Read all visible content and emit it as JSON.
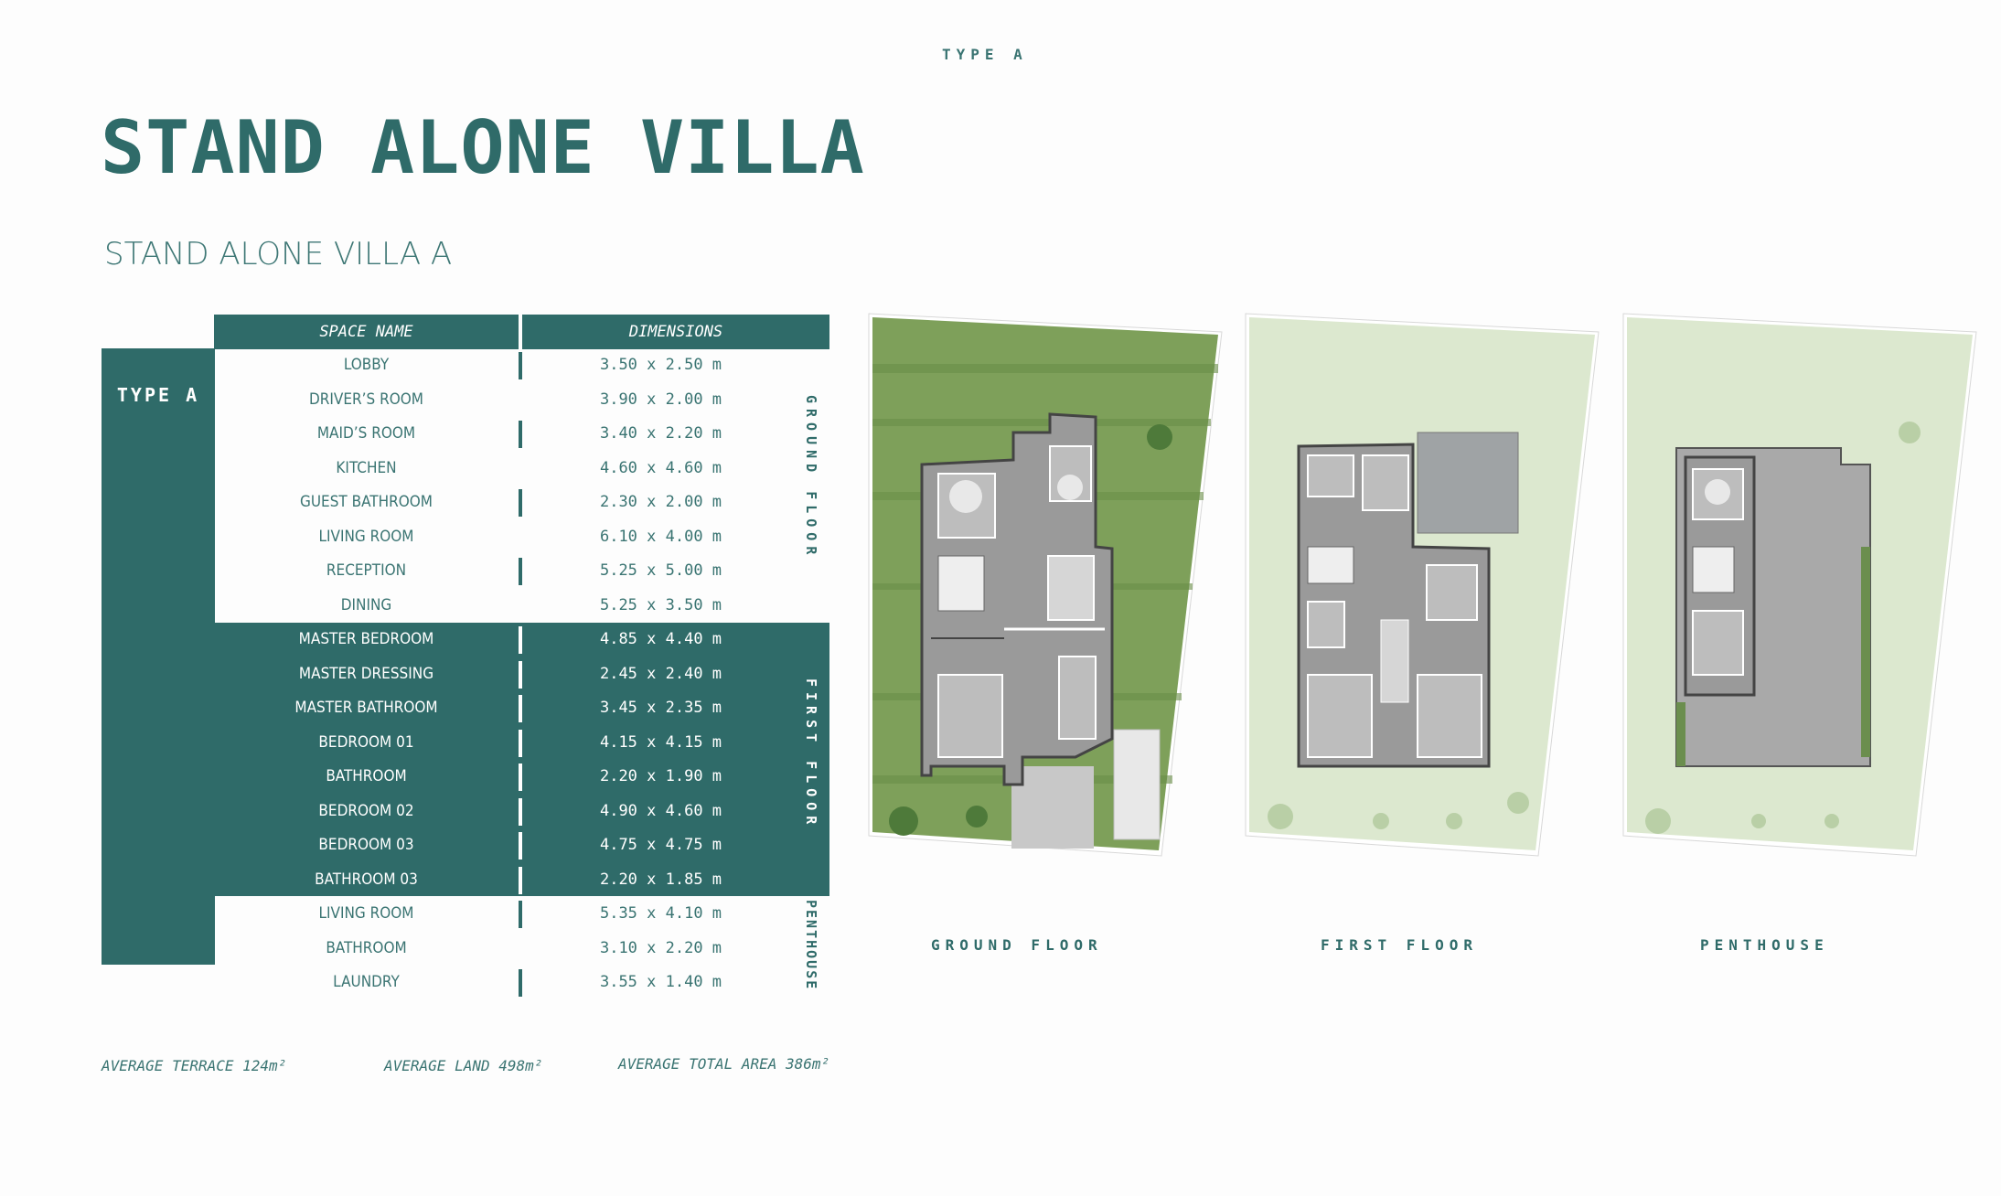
{
  "header": {
    "top_label": "TYPE A",
    "title": "STAND ALONE VILLA",
    "subtitle": "STAND ALONE VILLA A"
  },
  "table": {
    "col_space": "SPACE NAME",
    "col_dim": "DIMENSIONS",
    "type_label": "TYPE A",
    "sections": {
      "ground": "GROUND FLOOR",
      "first": "FIRST FLOOR",
      "penthouse": "PENTHOUSE"
    },
    "rows": [
      {
        "name": "LOBBY",
        "dim": "3.50 x 2.50 m"
      },
      {
        "name": "DRIVER’S ROOM",
        "dim": "3.90 x 2.00 m"
      },
      {
        "name": "MAID’S ROOM",
        "dim": "3.40 x 2.20 m"
      },
      {
        "name": "KITCHEN",
        "dim": "4.60 x 4.60 m"
      },
      {
        "name": "GUEST BATHROOM",
        "dim": "2.30 x 2.00 m"
      },
      {
        "name": "LIVING ROOM",
        "dim": "6.10 x 4.00 m"
      },
      {
        "name": "RECEPTION",
        "dim": "5.25 x 5.00 m"
      },
      {
        "name": "DINING",
        "dim": "5.25 x 3.50 m"
      },
      {
        "name": "MASTER BEDROOM",
        "dim": "4.85 x 4.40 m"
      },
      {
        "name": "MASTER DRESSING",
        "dim": "2.45 x 2.40 m"
      },
      {
        "name": "MASTER BATHROOM",
        "dim": "3.45 x 2.35 m"
      },
      {
        "name": "BEDROOM 01",
        "dim": "4.15 x 4.15 m"
      },
      {
        "name": "BATHROOM",
        "dim": "2.20 x 1.90 m"
      },
      {
        "name": "BEDROOM 02",
        "dim": "4.90 x 4.60 m"
      },
      {
        "name": "BEDROOM 03",
        "dim": "4.75 x 4.75 m"
      },
      {
        "name": "BATHROOM 03",
        "dim": "2.20 x 1.85 m"
      },
      {
        "name": "LIVING ROOM",
        "dim": "5.35 x 4.10 m"
      },
      {
        "name": "BATHROOM",
        "dim": "3.10 x 2.20 m"
      },
      {
        "name": "LAUNDRY",
        "dim": "3.55 x 1.40 m"
      }
    ]
  },
  "stats": {
    "terrace": "AVERAGE TERRACE 124m²",
    "land": "AVERAGE LAND 498m²",
    "total": "AVERAGE TOTAL AREA 386m²"
  },
  "plans": {
    "ground_label": "GROUND FLOOR",
    "first_label": "FIRST FLOOR",
    "penthouse_label": "PENTHOUSE"
  },
  "colors": {
    "brand": "#2f6b69",
    "grass_ground": "#7ea05a",
    "grass_light": "#dce8cf",
    "floor_gray": "#9a9a9a"
  }
}
